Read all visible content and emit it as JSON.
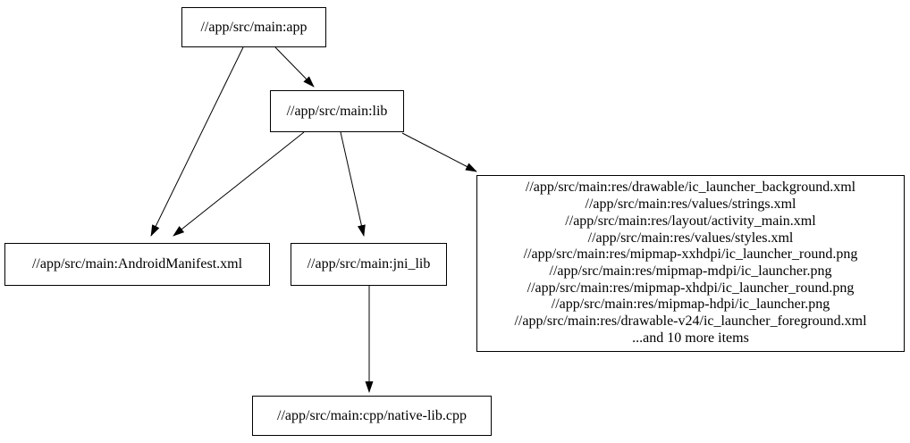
{
  "diagram": {
    "type": "dependency-graph",
    "background_color": "#ffffff",
    "node_border_color": "#000000",
    "edge_color": "#000000",
    "nodes": {
      "app": {
        "label": "//app/src/main:app"
      },
      "lib": {
        "label": "//app/src/main:lib"
      },
      "manifest": {
        "label": "//app/src/main:AndroidManifest.xml"
      },
      "jni_lib": {
        "label": "//app/src/main:jni_lib"
      },
      "native": {
        "label": "//app/src/main:cpp/native-lib.cpp"
      },
      "resources": {
        "lines": [
          "//app/src/main:res/drawable/ic_launcher_background.xml",
          "//app/src/main:res/values/strings.xml",
          "//app/src/main:res/layout/activity_main.xml",
          "//app/src/main:res/values/styles.xml",
          "//app/src/main:res/mipmap-xxhdpi/ic_launcher_round.png",
          "//app/src/main:res/mipmap-mdpi/ic_launcher.png",
          "//app/src/main:res/mipmap-xhdpi/ic_launcher_round.png",
          "//app/src/main:res/mipmap-hdpi/ic_launcher.png",
          "//app/src/main:res/drawable-v24/ic_launcher_foreground.xml",
          "...and 10 more items"
        ]
      }
    },
    "edges": [
      {
        "from": "//app/src/main:app",
        "to": "//app/src/main:AndroidManifest.xml"
      },
      {
        "from": "//app/src/main:app",
        "to": "//app/src/main:lib"
      },
      {
        "from": "//app/src/main:lib",
        "to": "//app/src/main:AndroidManifest.xml"
      },
      {
        "from": "//app/src/main:lib",
        "to": "//app/src/main:jni_lib"
      },
      {
        "from": "//app/src/main:lib",
        "to": "resources-group"
      },
      {
        "from": "//app/src/main:jni_lib",
        "to": "//app/src/main:cpp/native-lib.cpp"
      }
    ]
  }
}
